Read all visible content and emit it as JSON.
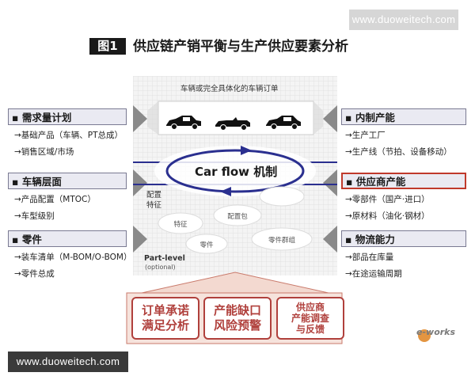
{
  "watermark_top": "www.duoweitech.com",
  "watermark_bottom": "www.duoweitech.com",
  "figure_tag": "图1",
  "title": "供应链产销平衡与生产供应要素分析",
  "top_label": "车辆或完全具体化的车辆订单",
  "center_flow": "Car flow 机制",
  "left_panels": [
    {
      "title": "需求量计划",
      "items": [
        "→基础产品（车辆、PT总成）",
        "→销售区域/市场"
      ]
    },
    {
      "title": "车辆层面",
      "items": [
        "→产品配置（MTOC）",
        "→车型级别"
      ]
    },
    {
      "title": "零件",
      "items": [
        "→装车清单（M-BOM/O-BOM）",
        "→零件总成"
      ]
    }
  ],
  "right_panels": [
    {
      "title": "内制产能",
      "items": [
        "→生产工厂",
        "→生产线（节拍、设备移动）"
      ],
      "highlight": false
    },
    {
      "title": "供应商产能",
      "items": [
        "→零部件（国产·进口）",
        "→原材料（油化·钢材）"
      ],
      "highlight": true
    },
    {
      "title": "物流能力",
      "items": [
        "→部品在库量",
        "→在途运输周期"
      ],
      "highlight": false
    }
  ],
  "canvas_labels": {
    "config_feature_1": "配置",
    "config_feature_2": "特征",
    "part_level": "Part-level",
    "optional": "(optional)"
  },
  "ovals": [
    "特征",
    "配置包",
    "零件",
    "零件群组"
  ],
  "bottom_boxes": [
    {
      "line1": "订单承诺",
      "line2": "满足分析"
    },
    {
      "line1": "产能缺口",
      "line2": "风险预警"
    },
    {
      "line1": "供应商",
      "line2": "产能调查",
      "line3": "与反馈"
    }
  ],
  "logo_text": "e-works",
  "colors": {
    "accent_red": "#b0403c",
    "flow_blue": "#2a2f8f",
    "panel_bg": "#eaeaf2"
  },
  "icons": [
    "car-sedan-icon",
    "car-convertible-icon",
    "car-hatch-icon"
  ]
}
